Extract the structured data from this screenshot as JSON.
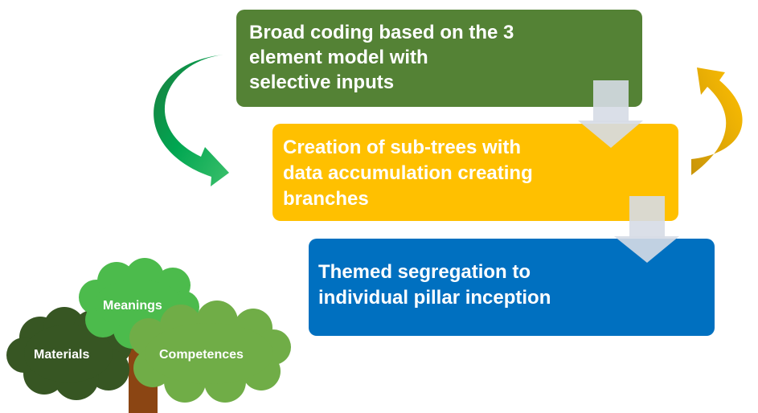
{
  "steps": [
    {
      "text": "Broad coding based on the 3\nelement model with\nselective inputs",
      "color": "#548235"
    },
    {
      "text": "Creation of sub-trees with\ndata accumulation creating\nbranches",
      "color": "#FFC000"
    },
    {
      "text": "Themed segregation to\nindividual pillar inception",
      "color": "#0070C0"
    }
  ],
  "tree": {
    "labels": {
      "meanings": "Meanings",
      "materials": "Materials",
      "competences": "Competences"
    },
    "colors": {
      "meanings": "#4CBB4C",
      "materials": "#375623",
      "competences": "#70AD47",
      "trunk": "#8B4513"
    }
  },
  "arrows": {
    "left_curve_color": "#00A651",
    "right_curve_color": "#E5A800",
    "down_arrow_color": "#D6DCE5"
  }
}
